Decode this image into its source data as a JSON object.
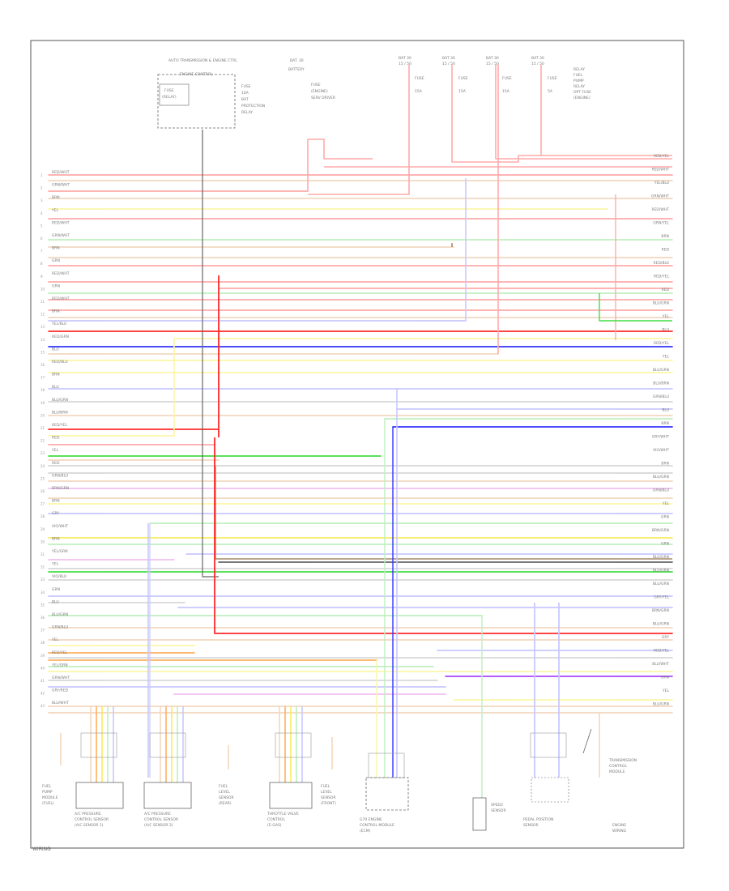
{
  "page": {
    "credit": "WIRING"
  },
  "top_components": {
    "module_box": {
      "title": "AUTO TRANSMISSION & ENGINE CTRL",
      "subtitle": "ENGINE CONTROL",
      "fuse_lines": [
        "FUSE",
        "(RELAY)"
      ],
      "side_lines": [
        "FUSE",
        "10A",
        "BAT",
        "PROTECTION",
        "RELAY"
      ]
    },
    "battery_block": {
      "lines": [
        "BAT. 30",
        "BATTERY",
        "FUSE",
        "(ENGINE)",
        "SERV DRIVER"
      ]
    },
    "fuse_groups": [
      {
        "lines": [
          "BAT 30",
          "15 / 50",
          "FUSE",
          "15A"
        ]
      },
      {
        "lines": [
          "BAT 30",
          "15 / 50",
          "FUSE",
          "15A"
        ]
      },
      {
        "lines": [
          "BAT 30",
          "15 / 50",
          "FUSE",
          "15A"
        ]
      },
      {
        "lines": [
          "BAT 30",
          "15 / 50",
          "FUSE",
          "5A"
        ]
      }
    ],
    "right_block": {
      "lines": [
        "RELAY",
        "FUEL",
        "PUMP",
        "RELAY",
        "OPT FUSE",
        "(ENGINE)"
      ]
    }
  },
  "wire_labels_left": [
    "RED/WHT",
    "GRN/WHT",
    "BRN",
    "YEL",
    "RED/WHT",
    "GRN/WHT",
    "BRN",
    "GRN",
    "RED/WHT",
    "GRN",
    "RED/WHT",
    "BRN",
    "YEL/BLU",
    "RED/GRN",
    "BLU",
    "RED/BLU",
    "BRN",
    "BLU",
    "BLU/GRN",
    "BLU/BRN",
    "RED/YEL",
    "RED",
    "YEL",
    "RED",
    "GRN/BLU",
    "BRN/GRN",
    "BRN",
    "GRY",
    "VIO/WHT",
    "BRN",
    "YEL/GRN",
    "YEL",
    "VIO/BLU",
    "GRN",
    "BLU",
    "BLU/GRN",
    "GRN/BLU",
    "YEL",
    "RED/YEL",
    "YEL/GRN",
    "GRN/WHT",
    "GRY/RED",
    "BLU/WHT"
  ],
  "wire_labels_right": [
    "RED/YEL",
    "RED/WHT",
    "YEL/BLU",
    "GRN/WHT",
    "RED/WHT",
    "GRN/YEL",
    "BRN",
    "RED",
    "RED/BLK",
    "RED/YEL",
    "RED",
    "BLU/GRN",
    "YEL",
    "BLU",
    "RED/YEL",
    "YEL",
    "BLU/GRN",
    "BLU/BRN",
    "GRN/BLU",
    "BLU",
    "BRN",
    "GRY/WHT",
    "VIO/WHT",
    "BRN",
    "BLU/GRN",
    "GRN/BLU",
    "YEL",
    "GRN",
    "BRN/GRN",
    "GRN",
    "BLU/GRN",
    "BLU/GRN",
    "BLU/GRN",
    "GRY/YEL",
    "BRN/GRN",
    "BLU/GRN",
    "GRY",
    "RED/YEL",
    "BLU/WHT",
    "GRN",
    "YEL",
    "BLU/GRN"
  ],
  "bottom_components": [
    {
      "lines": [
        "FUEL",
        "PUMP",
        "MODULE",
        "(FUEL)"
      ]
    },
    {
      "lines": [
        "A/C PRESSURE",
        "CONTROL SENSOR",
        "(A/C SENSOR 1)"
      ]
    },
    {
      "lines": [
        "A/C PRESSURE",
        "CONTROL SENSOR",
        "(A/C SENSOR 2)"
      ]
    },
    {
      "lines": [
        "FUEL",
        "LEVEL",
        "SENSOR",
        "(REAR)"
      ]
    },
    {
      "lines": [
        "THROTTLE VALVE",
        "CONTROL",
        "(E-GAS)"
      ]
    },
    {
      "lines": [
        "FUEL",
        "LEVEL",
        "SENSOR",
        "(FRONT)"
      ]
    },
    {
      "lines": [
        "G70 ENGINE",
        "CONTROL MODULE",
        "(ECM)"
      ]
    },
    {
      "lines": [
        "SPEED",
        "SENSOR"
      ]
    },
    {
      "lines": [
        "PEDAL POSITION",
        "SENSOR"
      ]
    },
    {
      "lines": [
        "TRANSMISSION",
        "CONTROL",
        "MODULE"
      ]
    },
    {
      "lines": [
        "ENGINE",
        "WIRING"
      ]
    }
  ]
}
